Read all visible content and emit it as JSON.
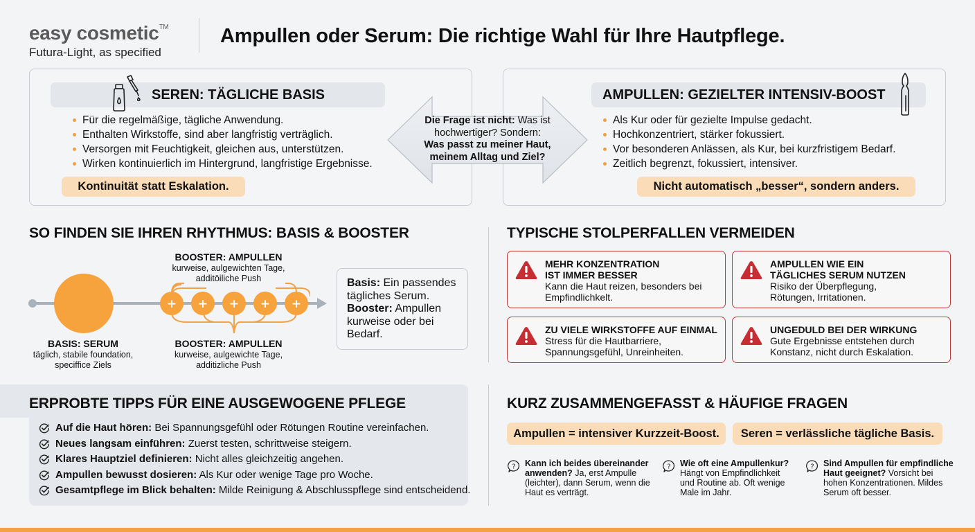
{
  "header": {
    "brand": "easy cosmetic",
    "brand_tm": "TM",
    "brand_subtitle": "Futura-Light, as specified",
    "title": "Ampullen oder Serum: Die richtige Wahl für Ihre Hautpflege."
  },
  "seren_card": {
    "icon": "dropper-bottle-icon",
    "title": "SEREN: TÄGLICHE BASIS",
    "bullets": [
      "Für die regelmäßige, tägliche Anwendung.",
      "Enthalten Wirkstoffe, sind aber langfristig verträglich.",
      "Versorgen mit Feuchtigkeit, gleichen aus, unterstützen.",
      "Wirken kontinuierlich im Hintergrund, langfristige Ergebnisse."
    ],
    "highlight": "Kontinuität statt Eskalation."
  },
  "ampullen_card": {
    "icon": "ampoule-icon",
    "title": "AMPULLEN: GEZIELTER INTENSIV-BOOST",
    "bullets": [
      "Als Kur oder für gezielte Impulse gedacht.",
      "Hochkonzentriert, stärker fokussiert.",
      "Vor besonderen Anlässen, als Kur, bei kurzfristigem Bedarf.",
      "Zeitlich begrenzt, fokussiert, intensiver."
    ],
    "highlight": "Nicht automatisch „besser“, sondern anders."
  },
  "center_arrow": {
    "lead_bold": "Die Frage ist nicht:",
    "lead_rest": " Was ist hochwertiger? Sondern:",
    "question_bold": "Was passt zu meiner Haut, meinem Alltag und Ziel?"
  },
  "rhythm": {
    "title": "SO FINDEN SIE IHREN RHYTHMUS: BASIS & BOOSTER",
    "basis_label": "BASIS: SERUM",
    "basis_desc_1": "täglich, stabile foundation,",
    "basis_desc_2": "speciffice Ziels",
    "booster_top_label": "BOOSTER: AMPULLEN",
    "booster_top_desc_1": "kurweise, aulgewichten Tage,",
    "booster_top_desc_2": "additöiliche Push",
    "booster_bottom_label": "BOOSTER: AMPULLEN",
    "booster_bottom_desc_1": "kurweise, aulgewichte Tage,",
    "booster_bottom_desc_2": "additizliche Push",
    "booster_count": 5,
    "booster_symbol": "+",
    "info_basis_label": "Basis:",
    "info_basis_text": " Ein passendes tägliches Serum.",
    "info_booster_label": "Booster:",
    "info_booster_text": " Ampullen kurweise oder bei Bedarf."
  },
  "pitfalls": {
    "title": "TYPISCHE STOLPERFALLEN VERMEIDEN",
    "items": [
      {
        "title": "MEHR KONZENTRATION IST IMMER BESSER",
        "text": "Kann die Haut reizen, besonders bei Empfindlichkelt."
      },
      {
        "title": "AMPULLEN WIE EIN TÄGLICHES SERUM NUTZEN",
        "text": "Risiko der Überpflegung, Rötungen, Irritationen."
      },
      {
        "title": "ZU VIELE WIRKSTOFFE AUF EINMAL",
        "text": "Stress für die Hautbarriere, Spannungsgefühl, Unreinheiten."
      },
      {
        "title": "UNGEDULD BEI DER WIRKUNG",
        "text": "Gute Ergebnisse entstehen durch Konstanz, nicht durch Eskalation."
      }
    ]
  },
  "tips": {
    "title": "ERPROBTE TIPPS FÜR EINE AUSGEWOGENE PFLEGE",
    "items": [
      {
        "bold": "Auf die Haut hören:",
        "text": " Bei Spannungsgefühl oder Rötungen Routine vereinfachen."
      },
      {
        "bold": "Neues langsam einführen:",
        "text": " Zuerst testen, schrittweise steigern."
      },
      {
        "bold": "Klares Hauptziel definieren:",
        "text": " Nicht alles gleichzeitig angehen."
      },
      {
        "bold": "Ampullen bewusst dosieren:",
        "text": " Als Kur oder wenige Tage pro Woche."
      },
      {
        "bold": "Gesamtpflege im Blick behalten:",
        "text": " Milde Reinigung & Abschlusspflege sind entscheidend."
      }
    ]
  },
  "summary": {
    "title": "KURZ ZUSAMMENGEFASST & HÄUFIGE FRAGEN",
    "pills": [
      "Ampullen = intensiver Kurzzeit-Boost.",
      "Seren = verlässliche tägliche Basis."
    ],
    "faqs": [
      {
        "q": "Kann ich beides übereinander anwenden?",
        "a": " Ja, erst Ampulle (leichter), dann Serum, wenn die Haut es verträgt."
      },
      {
        "q": "Wie oft eine Ampullenkur?",
        "a": " Hängt von Empfindlichkeit und Routine ab. Oft wenige Male im Jahr."
      },
      {
        "q": "Sind Ampullen für empfindliche Haut geeignet?",
        "a": " Vorsicht bei hohen Konzentrationen. Mildes Serum oft besser."
      }
    ]
  },
  "colors": {
    "accent_orange": "#f5a23c",
    "highlight_peach": "#fbdcb9",
    "warning_red": "#c0393b",
    "panel_gray": "#e4e7eb",
    "background": "#f3f4f6"
  }
}
